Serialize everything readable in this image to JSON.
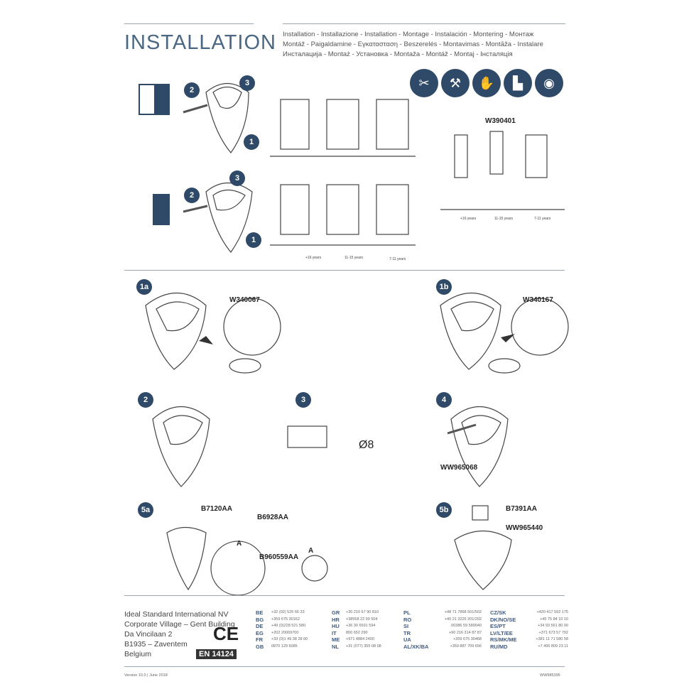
{
  "header": {
    "title": "INSTALLATION",
    "languages": [
      "Installation - Installazione - Installation - Montage - Instalación - Montering - Монтаж",
      "Montáž - Paigaldamine - Εγκατασταση - Beszerelés - Montavimas - Montāža - Instalare",
      "Инсталација - Montaż - Установка - Montaža - Montáž - Montaj - Інсталяція"
    ]
  },
  "safety_icons": [
    "tools-icon",
    "installer-icon",
    "gloves-icon",
    "boots-icon",
    "goggles-icon"
  ],
  "steps": {
    "top": [
      "2",
      "3",
      "1",
      "3",
      "2",
      "1"
    ],
    "s1a": "1a",
    "s1b": "1b",
    "s2": "2",
    "s3": "3",
    "s4": "4",
    "s5a": "5a",
    "s5b": "5b"
  },
  "parts": {
    "w390401": "W390401",
    "w340067": "W340067",
    "w340167": "W340167",
    "ww965068": "WW965068",
    "b7120aa": "B7120AA",
    "b6928aa": "B6928AA",
    "b960559aa": "B960559AA",
    "a": "A",
    "a2": "A",
    "b7391aa": "B7391AA",
    "ww965440": "WW965440",
    "drill": "Ø8"
  },
  "ages": {
    "a1": "+16 years",
    "a2": "11-15 years",
    "a3": "7-11 years"
  },
  "address": [
    "Ideal Standard International NV",
    "Corporate Village – Gent Building",
    "Da Vincilaan 2",
    "B1935 – Zaventem",
    "Belgium"
  ],
  "standard": "EN 14124",
  "ce": "CE",
  "contacts": [
    [
      [
        "BE",
        "+32 (02) 525 66 33"
      ],
      [
        "BG",
        "+359 675 30162"
      ],
      [
        "DE",
        "+49 (0)228 521 580"
      ],
      [
        "EG",
        "+202 20069700"
      ],
      [
        "FR",
        "+33 (0)1 49 38 28 00"
      ],
      [
        "GB",
        "0870 129 6085"
      ]
    ],
    [
      [
        "GR",
        "+30 210 67 90 810"
      ],
      [
        "HR",
        "+38558 22 99 504"
      ],
      [
        "HU",
        "+36 30 6591 594"
      ],
      [
        "IT",
        "800 652 290"
      ],
      [
        "ME",
        "+971 4884 2400"
      ],
      [
        "NL",
        "+31 (077) 355 08 08"
      ]
    ],
    [
      [
        "PL",
        "+48 71 7868 501/502"
      ],
      [
        "RO",
        "+40 21 3225 201/202"
      ],
      [
        "SI",
        "00386 59 589040"
      ],
      [
        "TR",
        "+90 216 314 87 87"
      ],
      [
        "UA",
        "+359 675 30468"
      ],
      [
        "AL/XK/BA",
        "+359 887 709 656"
      ]
    ],
    [
      [
        "CZ/SK",
        "+420 417 592 175"
      ],
      [
        "DK/NO/SE",
        "+45 75 84 10 10"
      ],
      [
        "ES/PT",
        "+34 93 561 80 00"
      ],
      [
        "LV/LT/EE",
        "+371 673 57 792"
      ],
      [
        "RS/MK/ME",
        "+381 11 71 580 58"
      ],
      [
        "RU/MD",
        "+7 495 809 23 11"
      ]
    ]
  ],
  "footer": {
    "version": "Version 10.0 | June 2018",
    "code": "WW985395"
  }
}
